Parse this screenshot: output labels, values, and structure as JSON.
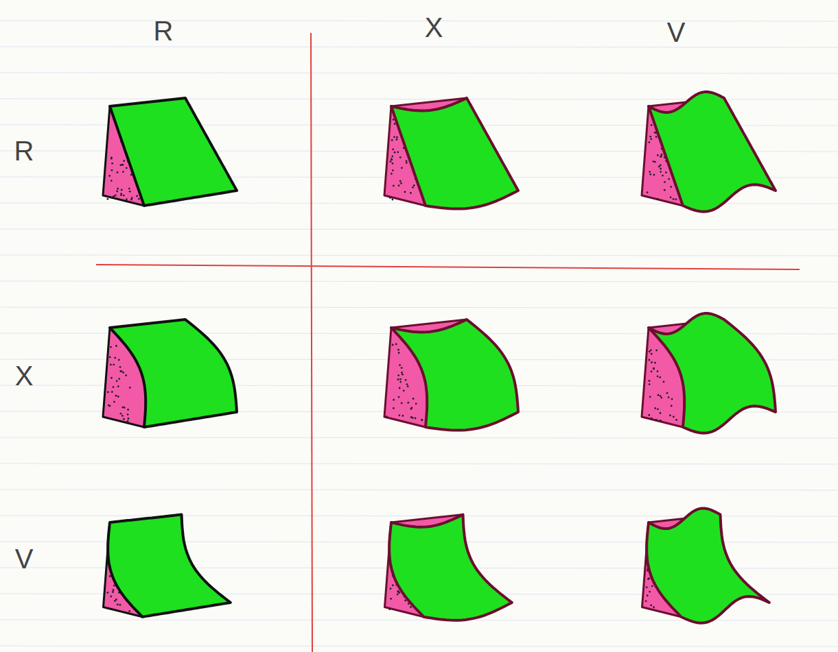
{
  "diagram": {
    "labels": [
      "R",
      "X",
      "V",
      "R",
      "X",
      "V"
    ]
  }
}
